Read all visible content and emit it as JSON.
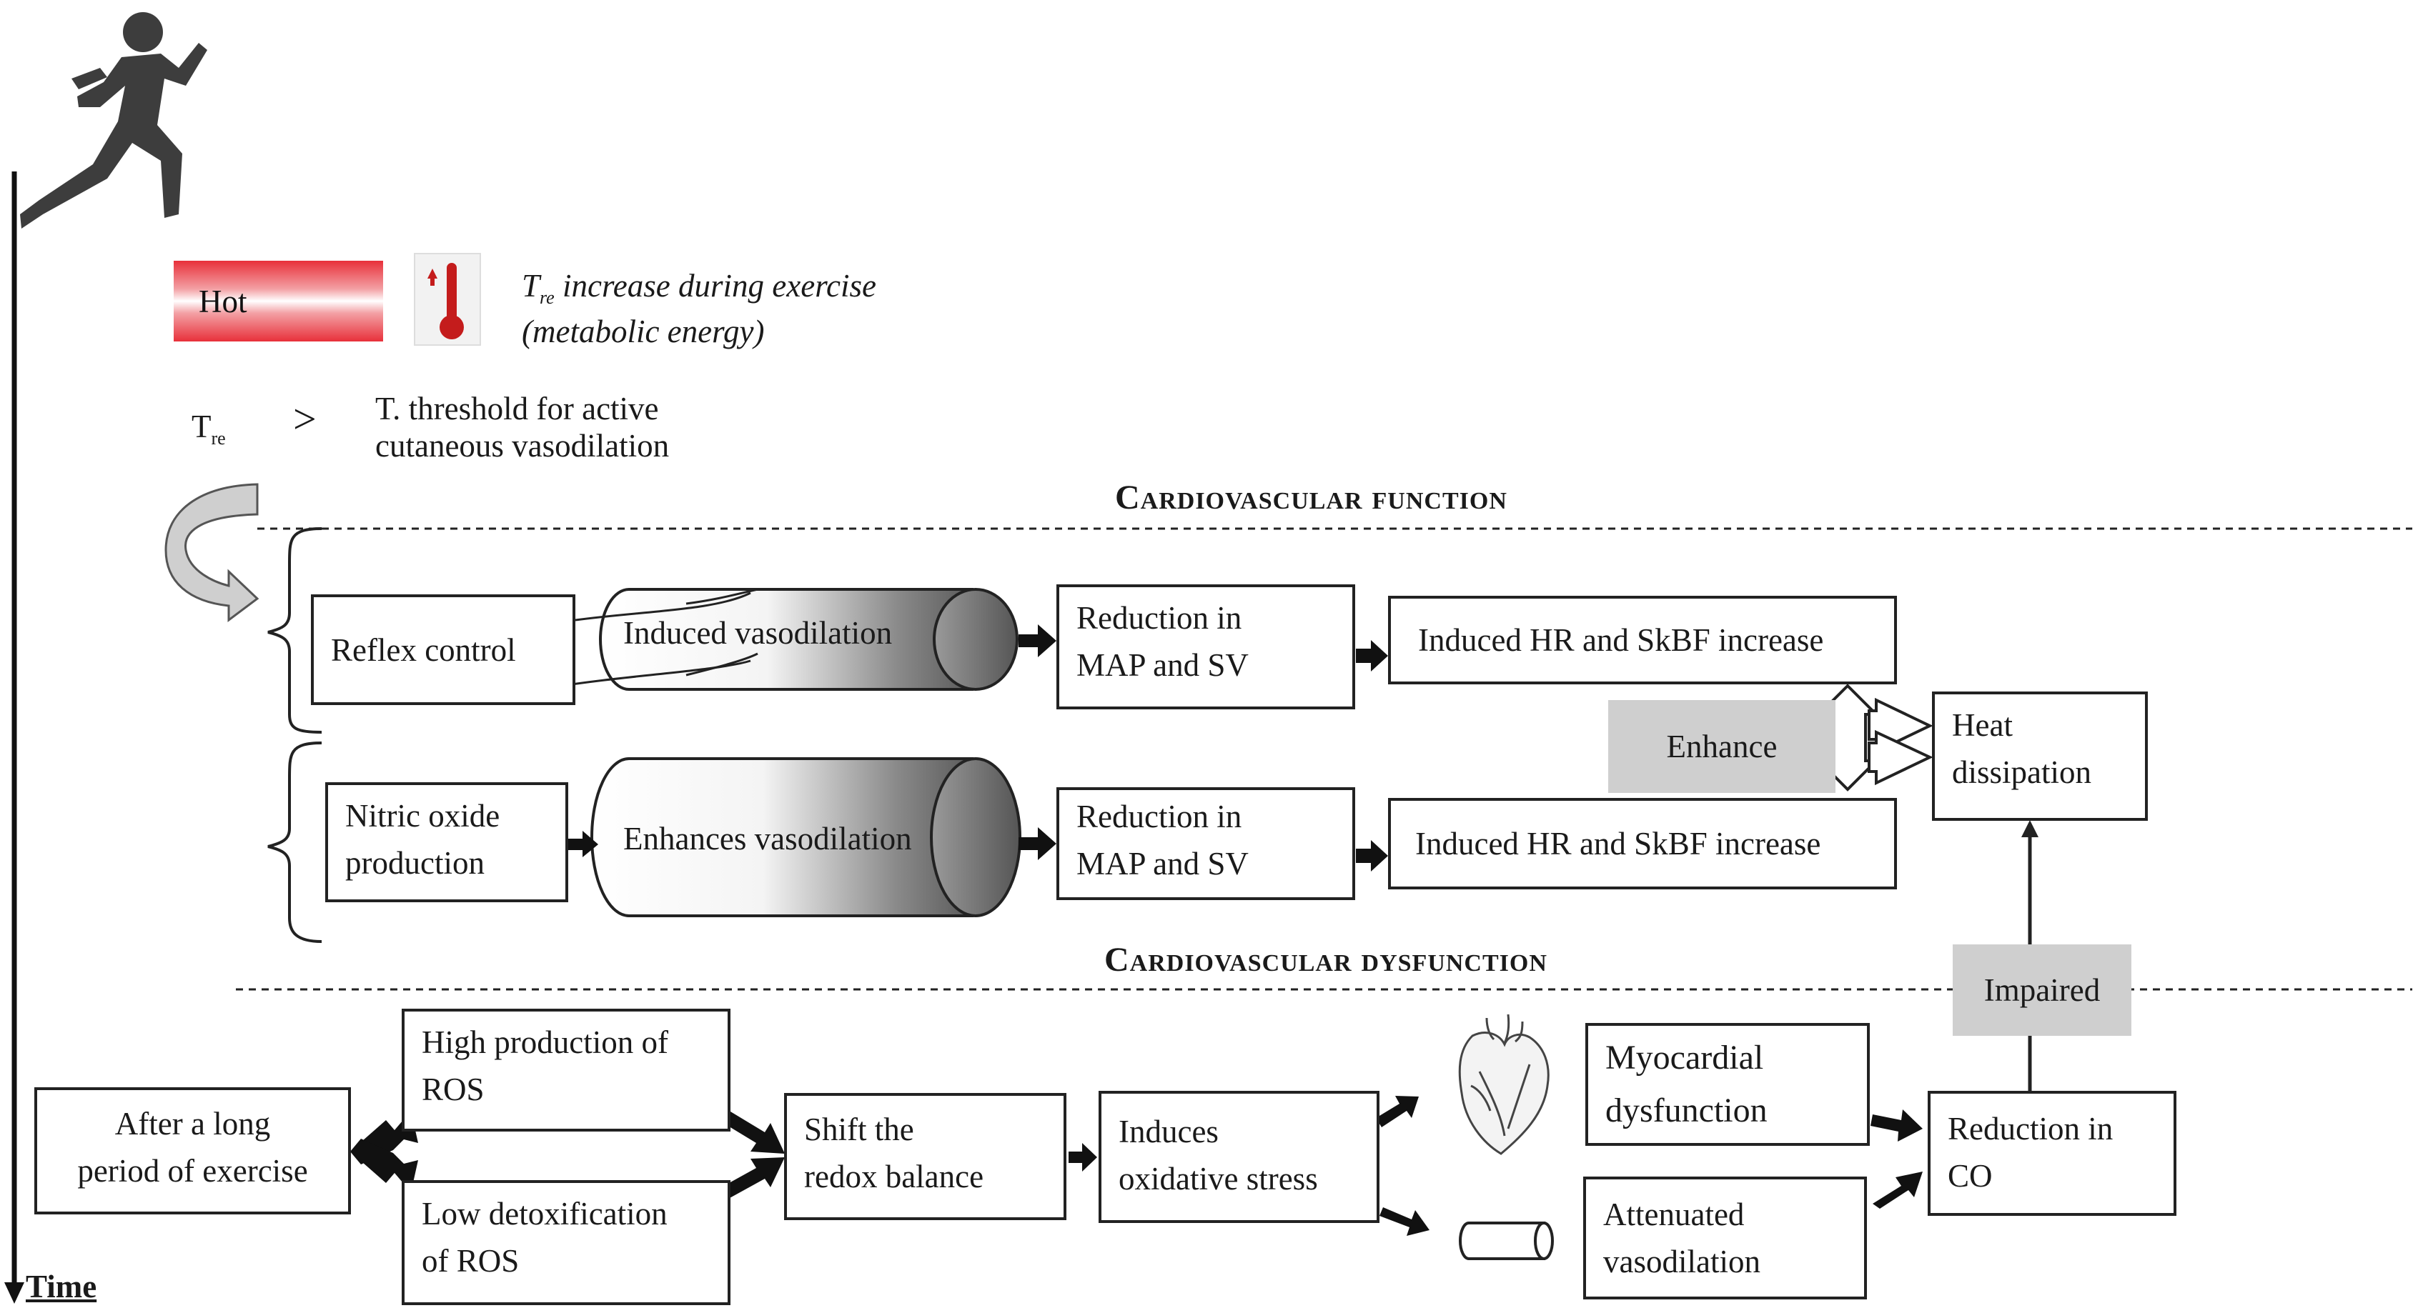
{
  "top": {
    "hot_label": "Hot",
    "tre_line1": "increase during exercise",
    "tre_symbol": "T",
    "tre_sub": "re",
    "tre_line2": "(metabolic energy)",
    "compare_symbol": "T",
    "compare_sub": "re",
    "compare_op": ">",
    "threshold_line1": "T. threshold for active",
    "threshold_line2": "cutaneous vasodilation"
  },
  "sections": {
    "function_title": "Cardiovascular function",
    "dysfunction_title": "Cardiovascular dysfunction"
  },
  "function": {
    "reflex_control": "Reflex control",
    "induced_vasodilation": "Induced vasodilation",
    "reduction1_line1": "Reduction in",
    "reduction1_line2": "MAP and SV",
    "induced_hr1": "Induced HR and SkBF increase",
    "nitric_line1": "Nitric oxide",
    "nitric_line2": "production",
    "enhances_vasodilation": "Enhances vasodilation",
    "reduction2_line1": "Reduction in",
    "reduction2_line2": "MAP and SV",
    "induced_hr2": "Induced HR and SkBF increase",
    "enhance": "Enhance",
    "heat_line1": "Heat",
    "heat_line2": "dissipation"
  },
  "dysfunction": {
    "after_line1": "After a long",
    "after_line2": "period of exercise",
    "high_line1": "High production of",
    "high_line2": "ROS",
    "low_line1": "Low detoxification",
    "low_line2": "of ROS",
    "shift_line1": "Shift the",
    "shift_line2": "redox balance",
    "induces_line1": "Induces",
    "induces_line2": "oxidative stress",
    "myo_line1": "Myocardial",
    "myo_line2": "dysfunction",
    "att_line1": "Attenuated",
    "att_line2": "vasodilation",
    "co_line1": "Reduction in",
    "co_line2": "CO",
    "impaired": "Impaired"
  },
  "axis": {
    "time_label": "Time"
  },
  "icons": [
    "runner-icon",
    "thermometer-icon",
    "heart-icon",
    "vessel-icon",
    "curved-arrow-icon"
  ]
}
